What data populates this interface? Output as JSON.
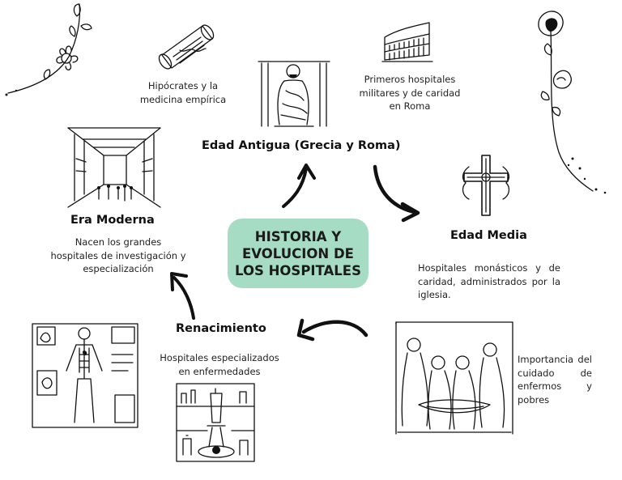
{
  "center_title": "HISTORIA Y\nEVOLUCION DE\nLOS HOSPITALES",
  "stages": {
    "antigua": {
      "heading": "Edad Antigua (Grecia y Roma)",
      "note_left": "Hipócrates y la\nmedicina empírica",
      "note_right": "Primeros hospitales\nmilitares y de caridad\nen Roma"
    },
    "media": {
      "heading": "Edad Media",
      "note_1": "Hospitales monásticos y de caridad, administrados por la iglesia.",
      "note_2": "Importancia del cuidado de enfermos y pobres"
    },
    "renacimiento": {
      "heading": "Renacimiento",
      "note": "Hospitales especializados\nen enfermedades"
    },
    "moderna": {
      "heading": "Era Moderna",
      "note": "Nacen los grandes\nhospitales de investigación y\nespecialización"
    }
  },
  "colors": {
    "title_bg": "#a6dcc4",
    "ink": "#111111"
  },
  "icons": [
    "scroll-icon",
    "colosseum-icon",
    "philosopher-statue-icon",
    "cross-icon",
    "monks-caring-icon",
    "anatomy-drawing-icon",
    "microscope-lab-icon",
    "hospital-corridor-icon",
    "flower-branch-icon",
    "rose-stem-icon"
  ]
}
